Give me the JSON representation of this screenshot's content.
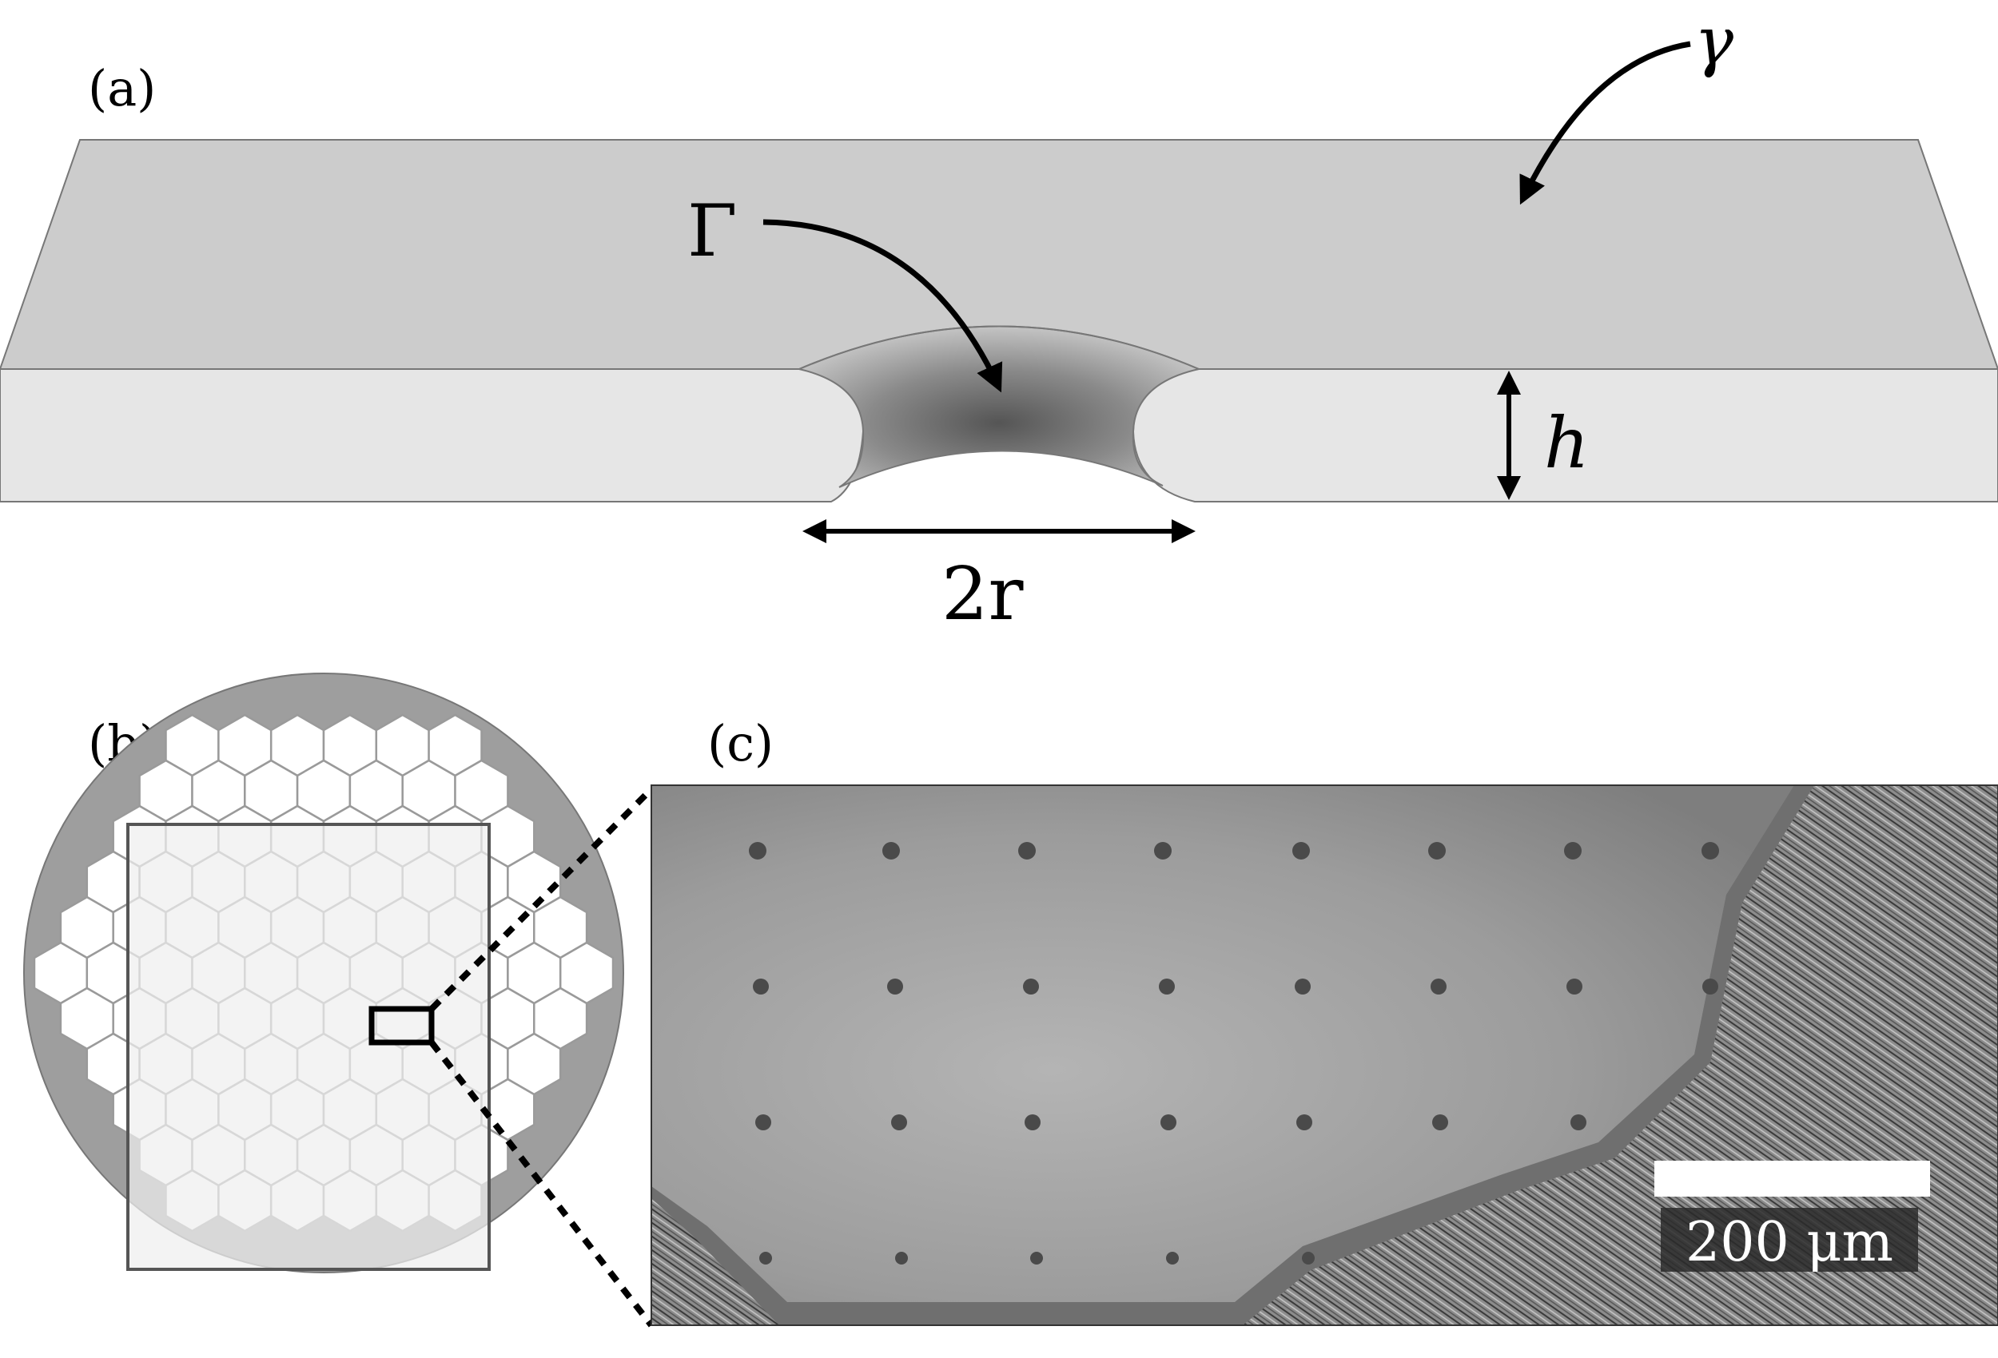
{
  "panels": {
    "a": {
      "label": "(a)",
      "symbols": {
        "surface_tension_film": "γ",
        "surface_tension_hole": "Γ",
        "thickness": "h",
        "diameter": "2r"
      }
    },
    "b": {
      "label": "(b)"
    },
    "c": {
      "label": "(c)",
      "scale_bar_text": "200 μm"
    }
  },
  "colors": {
    "film_top": "#cccccc",
    "film_side": "#e6e6e6",
    "edge": "#777777",
    "wafer_ring": "#9e9e9e",
    "overlay": "#eeeeee",
    "micrograph_film": "#9a9a9a"
  }
}
